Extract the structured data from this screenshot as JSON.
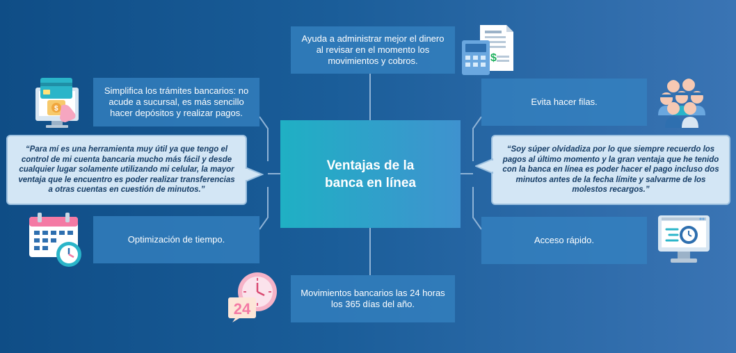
{
  "center": {
    "title": "Ventajas de la banca en línea"
  },
  "boxes": {
    "top": "Ayuda a administrar mejor el dinero al revisar en el momento los movimientos y cobros.",
    "left_top": "Simplifica los trámites bancarios: no acude a sucursal, es más sencillo hacer depósitos y realizar pagos.",
    "left_bottom": "Optimización de tiempo.",
    "right_top": "Evita hacer filas.",
    "right_bottom": "Acceso rápido.",
    "bottom": "Movimientos bancarios las 24 horas los 365 días del año."
  },
  "quotes": {
    "left": "“Para mí es una herramienta muy útil ya que tengo el control de mi cuenta bancaria mucho más fácil y desde cualquier lugar solamente utilizando mi celular, la mayor ventaja que le encuentro es poder realizar transferencias a otras cuentas en cuestión de minutos.”",
    "right": "“Soy súper olvidadiza por lo que siempre recuerdo los pagos al último momento y la gran ventaja que he tenido con la banca en línea es poder hacer el pago incluso dos minutos antes de la fecha límite y salvarme de los molestos recargos.”"
  },
  "icons": {
    "calculator_invoice": "calculator-invoice-icon",
    "card_monitor": "card-payment-monitor-icon",
    "people_queue": "people-queue-icon",
    "calendar_clock": "calendar-clock-icon",
    "monitor_speed": "monitor-speed-icon",
    "clock_24": "clock-24-hours-icon",
    "clock_24_label": "24"
  },
  "colors": {
    "center_box": "#2aa6c8",
    "box": "#3482c0",
    "quote_bg": "#d3e6f5",
    "connector": "#8fb3d6"
  }
}
